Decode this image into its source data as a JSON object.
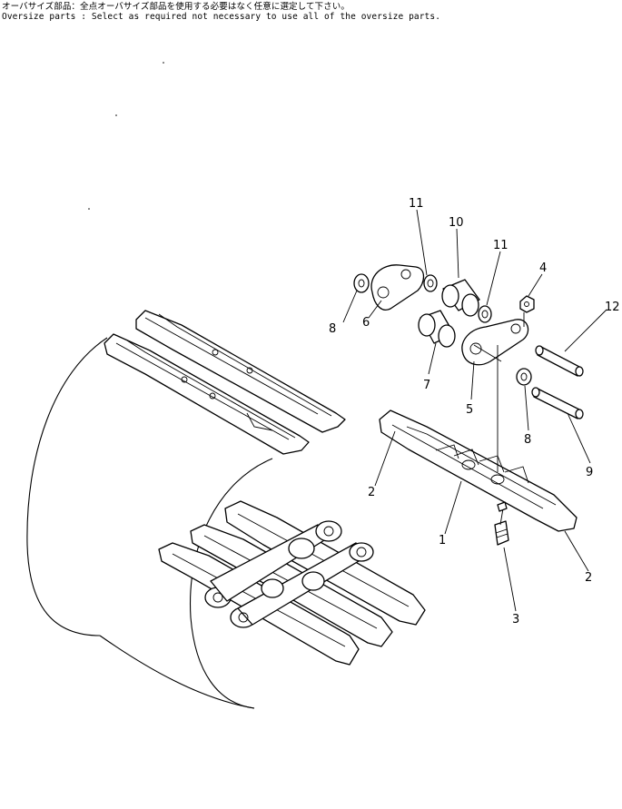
{
  "notes": {
    "japanese": "オーバサイズ部品：全点オーバサイズ部品を使用する必要はなく任意に選定して下さい。",
    "english": "Oversize parts : Select as required not necessary to use all of the oversize parts."
  },
  "callouts": [
    {
      "id": "c11a",
      "label": "11"
    },
    {
      "id": "c10",
      "label": "10"
    },
    {
      "id": "c11b",
      "label": "11"
    },
    {
      "id": "c4",
      "label": "4"
    },
    {
      "id": "c12",
      "label": "12"
    },
    {
      "id": "c8a",
      "label": "8"
    },
    {
      "id": "c6",
      "label": "6"
    },
    {
      "id": "c7",
      "label": "7"
    },
    {
      "id": "c5",
      "label": "5"
    },
    {
      "id": "c8b",
      "label": "8"
    },
    {
      "id": "c9",
      "label": "9"
    },
    {
      "id": "c2a",
      "label": "2"
    },
    {
      "id": "c1",
      "label": "1"
    },
    {
      "id": "c2b",
      "label": "2"
    },
    {
      "id": "c3",
      "label": "3"
    }
  ]
}
